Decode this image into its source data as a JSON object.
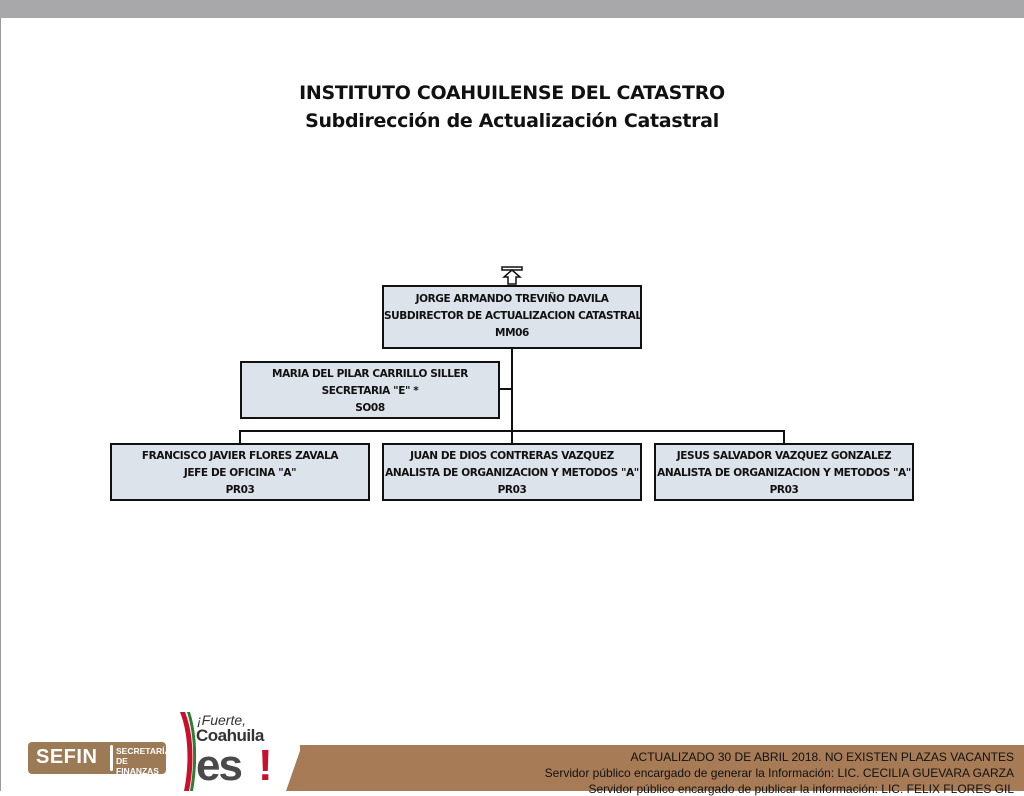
{
  "header": {
    "title": "INSTITUTO COAHUILENSE DEL CATASTRO",
    "subtitle": "Subdirección de Actualización Catastral"
  },
  "org_chart": {
    "head": {
      "name": "JORGE ARMANDO TREVIÑO DAVILA",
      "position": "SUBDIRECTOR DE ACTUALIZACION CATASTRAL",
      "code": "MM06"
    },
    "assistant": {
      "name": "MARIA DEL PILAR CARRILLO SILLER",
      "position": "SECRETARIA \"E\" *",
      "code": "SO08"
    },
    "subordinates": [
      {
        "name": "FRANCISCO JAVIER FLORES ZAVALA",
        "position": "JEFE DE OFICINA \"A\"",
        "code": "PR03"
      },
      {
        "name": "JUAN DE DIOS CONTRERAS VAZQUEZ",
        "position": "ANALISTA DE ORGANIZACION Y METODOS \"A\"",
        "code": "PR03"
      },
      {
        "name": "JESUS SALVADOR VAZQUEZ GONZALEZ",
        "position": "ANALISTA DE ORGANIZACION Y METODOS \"A\"",
        "code": "PR03"
      }
    ]
  },
  "footer": {
    "line1": "ACTUALIZADO  30 DE ABRIL 2018.  NO EXISTEN PLAZAS VACANTES",
    "line2": "Servidor público encargado de generar la Información: LIC. CECILIA GUEVARA GARZA",
    "line3": "Servidor público encargado de publicar la información: LIC. FELIX FLORES GIL"
  },
  "logos": {
    "sefin": {
      "word": "SEFIN",
      "sub1": "SECRETARÍA",
      "sub2": "DE FINANZAS"
    },
    "coahuila": {
      "line1": "¡Fuerte,",
      "line2": "Coahuila",
      "line3": "es",
      "bang": "!"
    }
  },
  "colors": {
    "box_fill": "#dde3ea",
    "footer_band": "#a67b55",
    "top_bar": "#a8a8ab",
    "logo_accent": "#c8102e"
  },
  "icons": {
    "up_arrow": "up-arrow-icon"
  }
}
